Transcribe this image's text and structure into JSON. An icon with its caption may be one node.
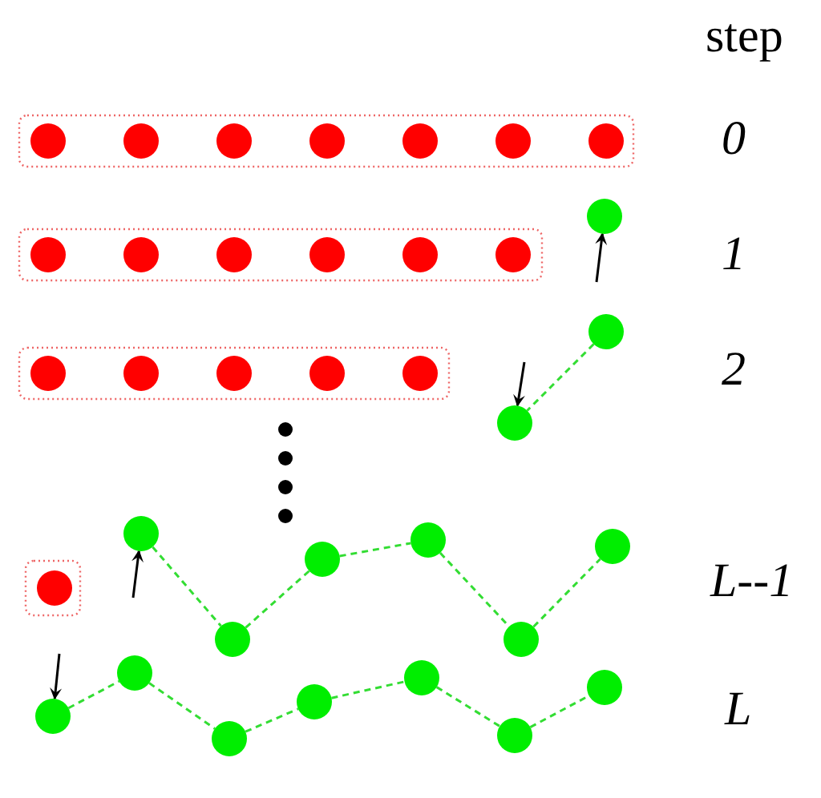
{
  "diagram": {
    "nodes": [
      {
        "text": [],
        "shape": "circle"
      },
      {
        "text": [],
        "shape": "circle"
      },
      {
        "text": [],
        "shape": "circle"
      },
      {
        "text": [],
        "shape": "circle"
      },
      {
        "text": [],
        "shape": "circle"
      },
      {
        "text": [],
        "shape": "circle"
      },
      {
        "text": [],
        "shape": "circle"
      },
      {
        "text": [],
        "shape": "circle"
      },
      {
        "text": [],
        "shape": "circle"
      },
      {
        "text": [],
        "shape": "circle"
      },
      {
        "text": [],
        "shape": "circle"
      },
      {
        "text": [],
        "shape": "circle"
      },
      {
        "text": [],
        "shape": "circle"
      },
      {
        "text": [],
        "shape": "circle"
      },
      {
        "text": [],
        "shape": "circle"
      },
      {
        "text": [],
        "shape": "circle"
      }
    ],
    "edges": [
      {
        "from": null,
        "to": 0,
        "arrow": "to",
        "color": "#000000"
      },
      {
        "from": 1,
        "to": 2,
        "arrow": "none",
        "style": "dashed"
      },
      {
        "from": null,
        "to": 2,
        "arrow": "to",
        "color": "#000000"
      },
      {
        "from": 3,
        "to": 4,
        "arrow": "none",
        "style": "dashed"
      },
      {
        "from": 4,
        "to": 5,
        "arrow": "none",
        "style": "dashed"
      },
      {
        "from": 5,
        "to": 6,
        "arrow": "none",
        "style": "dashed"
      },
      {
        "from": 6,
        "to": 7,
        "arrow": "none",
        "style": "dashed"
      },
      {
        "from": 7,
        "to": 8,
        "arrow": "none",
        "style": "dashed"
      },
      {
        "from": null,
        "to": 3,
        "arrow": "to",
        "color": "#000000"
      },
      {
        "from": 9,
        "to": 10,
        "arrow": "none",
        "style": "dashed"
      },
      {
        "from": 10,
        "to": 11,
        "arrow": "none",
        "style": "dashed"
      },
      {
        "from": 11,
        "to": 12,
        "arrow": "none",
        "style": "dashed"
      },
      {
        "from": 12,
        "to": 13,
        "arrow": "none",
        "style": "dashed"
      },
      {
        "from": 13,
        "to": 14,
        "arrow": "none",
        "style": "dashed"
      },
      {
        "from": 14,
        "to": 15,
        "arrow": "none",
        "style": "dashed"
      },
      {
        "from": null,
        "to": 9,
        "arrow": "to",
        "color": "#000000"
      }
    ],
    "labels": [
      "step",
      "0",
      "1",
      "2",
      "L--1",
      "L"
    ]
  }
}
